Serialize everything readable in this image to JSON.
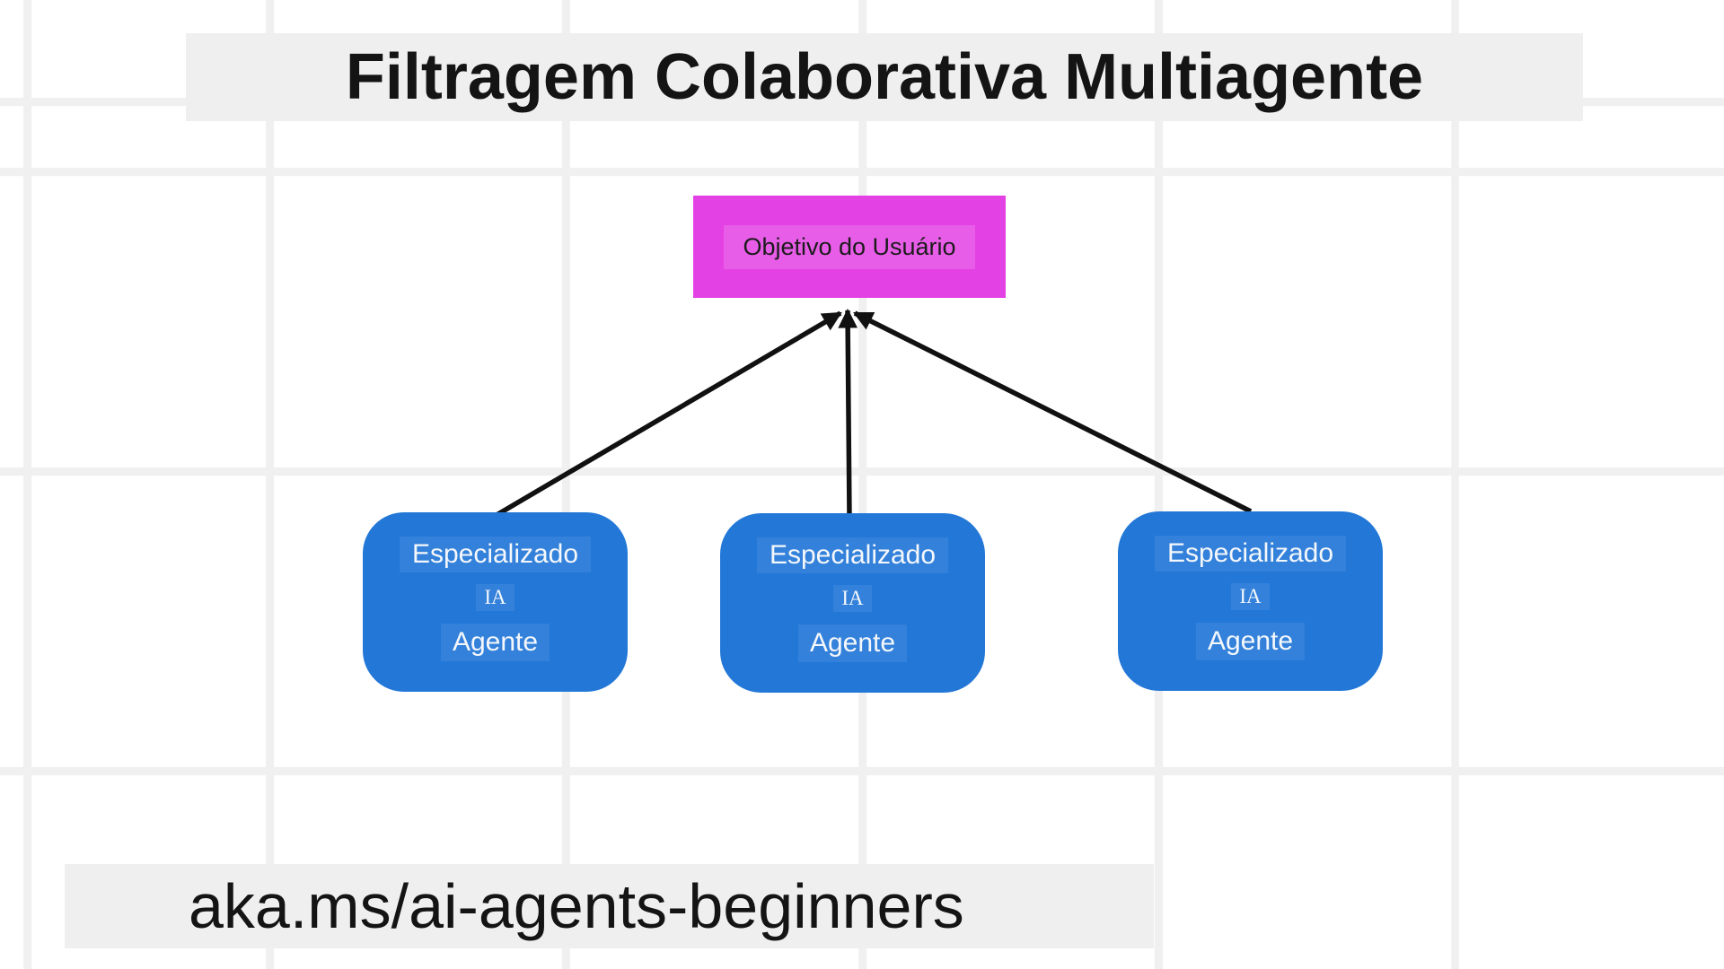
{
  "title": {
    "text": "Filtragem Colaborativa Multiagente"
  },
  "footer": {
    "text": "aka.ms/ai-agents-beginners"
  },
  "diagram": {
    "goal": {
      "id": "goal",
      "label": "Objetivo do Usuário"
    },
    "agents": [
      {
        "id": "agent-1",
        "lines": [
          "Especializado",
          "IA",
          "Agente"
        ]
      },
      {
        "id": "agent-2",
        "lines": [
          "Especializado",
          "IA",
          "Agente"
        ]
      },
      {
        "id": "agent-3",
        "lines": [
          "Especializado",
          "IA",
          "Agente"
        ]
      }
    ],
    "edges": [
      {
        "from": "agent-1",
        "to": "goal"
      },
      {
        "from": "agent-2",
        "to": "goal"
      },
      {
        "from": "agent-3",
        "to": "goal"
      }
    ]
  },
  "colors": {
    "goal_fill": "#e441e4",
    "agent_fill": "#2277d7",
    "arrow": "#111111",
    "bar_bg": "#efefef",
    "grid_line": "#f0f0f1",
    "canvas_bg": "#ffffff"
  }
}
